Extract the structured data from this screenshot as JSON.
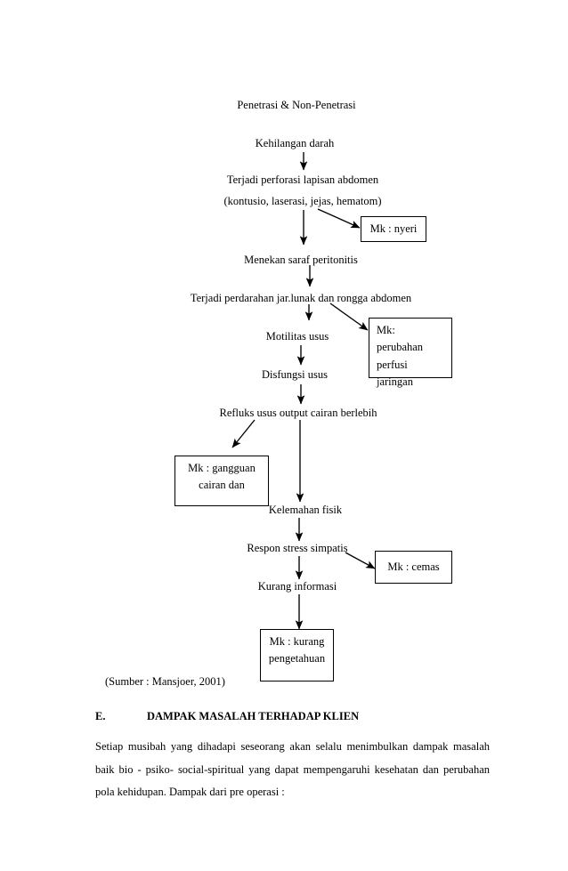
{
  "flowchart": {
    "nodes": [
      {
        "id": "penetrasi",
        "label": "Penetrasi & Non-Penetrasi"
      },
      {
        "id": "kehilangan",
        "label": "Kehilangan darah"
      },
      {
        "id": "perforasi1",
        "label": "Terjadi perforasi lapisan abdomen"
      },
      {
        "id": "perforasi2",
        "label": "(kontusio, laserasi, jejas, hematom)"
      },
      {
        "id": "menekan",
        "label": "Menekan saraf peritonitis"
      },
      {
        "id": "perdarahan",
        "label": "Terjadi perdarahan jar.lunak dan rongga abdomen"
      },
      {
        "id": "motilitas",
        "label": "Motilitas usus"
      },
      {
        "id": "disfungsi",
        "label": "Disfungsi usus"
      },
      {
        "id": "refluks",
        "label": "Refluks usus output cairan berlebih"
      },
      {
        "id": "kelemahan",
        "label": "Kelemahan fisik"
      },
      {
        "id": "respon",
        "label": "Respon stress simpatis"
      },
      {
        "id": "kurang_info",
        "label": "Kurang informasi"
      }
    ],
    "boxes": [
      {
        "id": "nyeri",
        "lines": [
          "Mk : nyeri"
        ]
      },
      {
        "id": "perfusi",
        "lines": [
          "Mk:  perubahan",
          "perfusi",
          "jaringan"
        ]
      },
      {
        "id": "cairan",
        "lines": [
          "Mk :  gangguan",
          "cairan dan"
        ]
      },
      {
        "id": "cemas",
        "lines": [
          "Mk : cemas"
        ]
      },
      {
        "id": "pengetahuan",
        "lines": [
          "Mk : kurang",
          "pengetahuan"
        ]
      }
    ]
  },
  "source_note": "(Sumber : Mansjoer, 2001)",
  "section": {
    "letter": "E.",
    "title": "DAMPAK MASALAH TERHADAP KLIEN",
    "paragraph": "Setiap musibah yang dihadapi seseorang akan selalu menimbulkan dampak masalah baik bio - psiko- social-spiritual yang dapat mempengaruhi kesehatan dan perubahan pola kehidupan. Dampak dari pre operasi :"
  },
  "colors": {
    "text": "#000000",
    "page": "#ffffff",
    "stroke": "#000000"
  }
}
